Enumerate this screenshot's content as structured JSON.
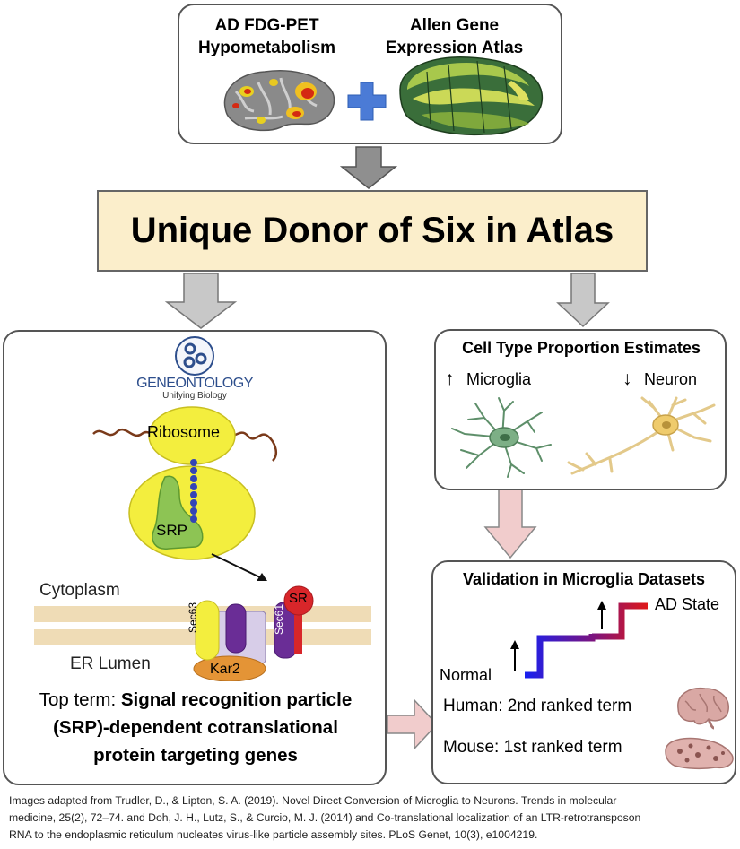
{
  "top_box": {
    "left_title_1": "AD FDG-PET",
    "left_title_2": "Hypometabolism",
    "right_title_1": "Allen Gene",
    "right_title_2": "Expression Atlas"
  },
  "banner": {
    "text": "Unique Donor of Six in Atlas"
  },
  "go_box": {
    "logo_name": "GENEONTOLOGY",
    "logo_tag": "Unifying Biology",
    "ribosome": "Ribosome",
    "srp": "SRP",
    "cytoplasm": "Cytoplasm",
    "er_lumen": "ER Lumen",
    "sec63": "Sec63",
    "sec61": "Sec61",
    "kar2": "Kar2",
    "sr": "SR",
    "top_term_prefix": "Top term: ",
    "top_term_line1": "Signal recognition particle",
    "top_term_line2": "(SRP)-dependent cotranslational",
    "top_term_line3": "protein targeting genes"
  },
  "cell_box": {
    "title": "Cell Type Proportion Estimates",
    "up_arrow": "↑",
    "microglia": "Microglia",
    "down_arrow": "↓",
    "neuron": "Neuron"
  },
  "valid_box": {
    "title": "Validation in Microglia Datasets",
    "ad_state": "AD State",
    "normal": "Normal",
    "human": "Human: 2nd ranked term",
    "mouse": "Mouse: 1st ranked term"
  },
  "footer": {
    "line1": "Images adapted from Trudler, D., & Lipton, S. A. (2019). Novel Direct Conversion of Microglia to Neurons. Trends in molecular",
    "line2": "medicine, 25(2), 72–74. and Doh, J. H., Lutz, S., & Curcio, M. J. (2014) and Co-translational localization of an LTR-retrotransposon",
    "line3": "RNA to the endoplasmic reticulum nucleates virus-like particle assembly sites. PLoS Genet, 10(3), e1004219."
  },
  "colors": {
    "banner_fill": "#fbeecb",
    "arrow_gray": "#c8c8c8",
    "arrow_pink": "#f1cccc",
    "ribosome_yellow": "#f3ee3e",
    "srp_green": "#8dc454",
    "membrane": "#efdcb6",
    "sr_red": "#d8262a"
  }
}
